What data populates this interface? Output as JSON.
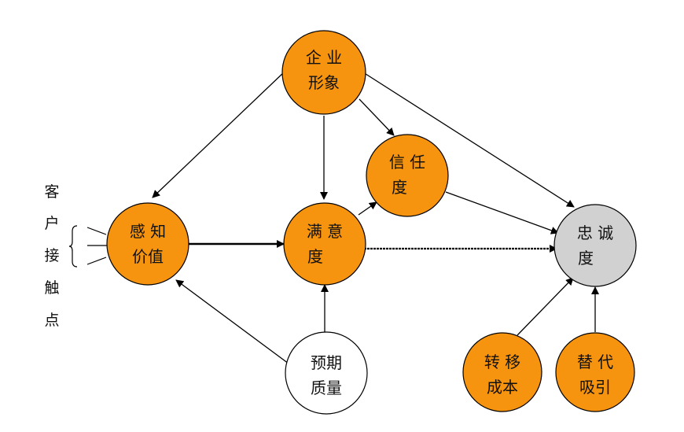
{
  "colors": {
    "orange": "#f6930f",
    "gray": "#d1d1d1",
    "white": "#ffffff",
    "stroke": "#000000"
  },
  "nodes": {
    "corporate_image": {
      "line1": "企 业",
      "line2": "形象"
    },
    "perceived_value": {
      "line1": "感 知",
      "line2": "价值"
    },
    "satisfaction": {
      "line1": "满 意",
      "line2": "度"
    },
    "trust": {
      "line1": "信 任",
      "line2": "度"
    },
    "loyalty": {
      "line1": "忠 诚",
      "line2": "度"
    },
    "expected_quality": {
      "line1": "预期",
      "line2": "质量"
    },
    "switching_cost": {
      "line1": "转 移",
      "line2": "成本"
    },
    "alternative_attraction": {
      "line1": "替 代",
      "line2": "吸引"
    }
  },
  "customer_touchpoints": {
    "chars": [
      "客",
      "户",
      "接",
      "触",
      "点"
    ]
  }
}
